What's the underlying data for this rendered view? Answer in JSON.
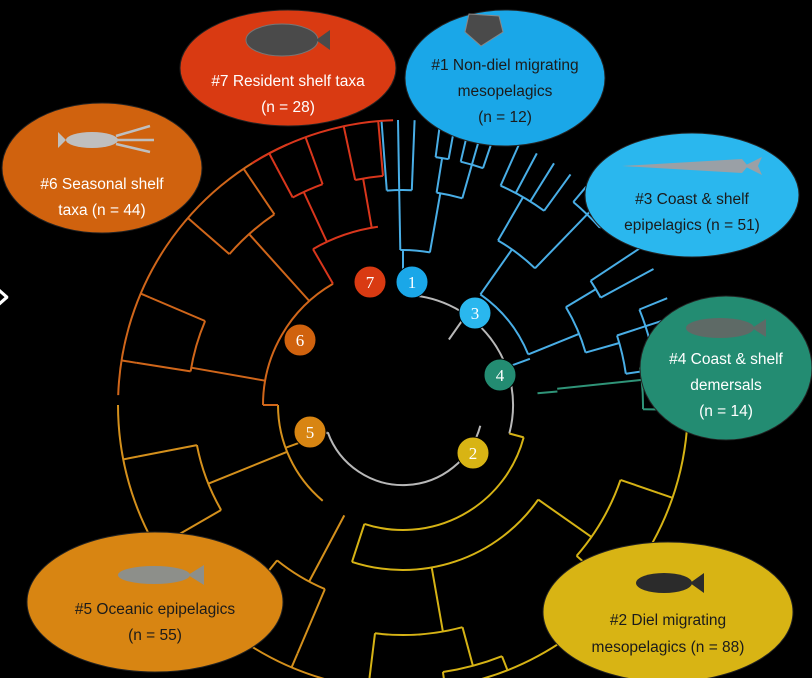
{
  "nav": {
    "prev_glyph": "›"
  },
  "clusters": [
    {
      "id": "1",
      "title": "#1 Non-diel migrating mesopelagics",
      "lines": [
        "#1 Non-diel migrating",
        "mesopelagics",
        "(n = 12)"
      ],
      "n": 12,
      "color": "#1aa7e8",
      "text_color": "#1b1b1b",
      "icon": "fish-hatchetfish-icon"
    },
    {
      "id": "2",
      "title": "#2 Diel migrating mesopelagics",
      "lines": [
        "#2 Diel migrating",
        "mesopelagics (n = 88)"
      ],
      "n": 88,
      "color": "#d8b414",
      "text_color": "#1b1b1b",
      "icon": "fish-lanternfish-icon"
    },
    {
      "id": "3",
      "title": "#3 Coast & shelf epipelagics",
      "lines": [
        "#3 Coast & shelf",
        "epipelagics (n = 51)"
      ],
      "n": 51,
      "color": "#2ab7ee",
      "text_color": "#1b1b1b",
      "icon": "fish-needlefish-icon"
    },
    {
      "id": "4",
      "title": "#4 Coast & shelf demersals",
      "lines": [
        "#4 Coast & shelf",
        "demersals",
        "(n = 14)"
      ],
      "n": 14,
      "color": "#238c72",
      "text_color": "#ffffff",
      "icon": "fish-cod-icon"
    },
    {
      "id": "5",
      "title": "#5 Oceanic epipelagics",
      "lines": [
        "#5 Oceanic epipelagics",
        "(n = 55)"
      ],
      "n": 55,
      "color": "#d88512",
      "text_color": "#1b1b1b",
      "icon": "fish-herring-icon"
    },
    {
      "id": "6",
      "title": "#6 Seasonal shelf taxa",
      "lines": [
        "#6 Seasonal shelf",
        "taxa (n = 44)"
      ],
      "n": 44,
      "color": "#d0620e",
      "text_color": "#ffffff",
      "icon": "squid-icon"
    },
    {
      "id": "7",
      "title": "#7 Resident shelf taxa",
      "lines": [
        "#7 Resident shelf taxa",
        "(n = 28)"
      ],
      "n": 28,
      "color": "#d93a12",
      "text_color": "#ffffff",
      "icon": "fish-flatfish-icon"
    }
  ],
  "tree_colors": {
    "root": "#b8b8b8",
    "c1": "#49aee6",
    "c2": "#d6b315",
    "c3": "#49aee6",
    "c4": "#2f9478",
    "c5": "#d4901c",
    "c6": "#d0661a",
    "c7": "#d9361c"
  }
}
